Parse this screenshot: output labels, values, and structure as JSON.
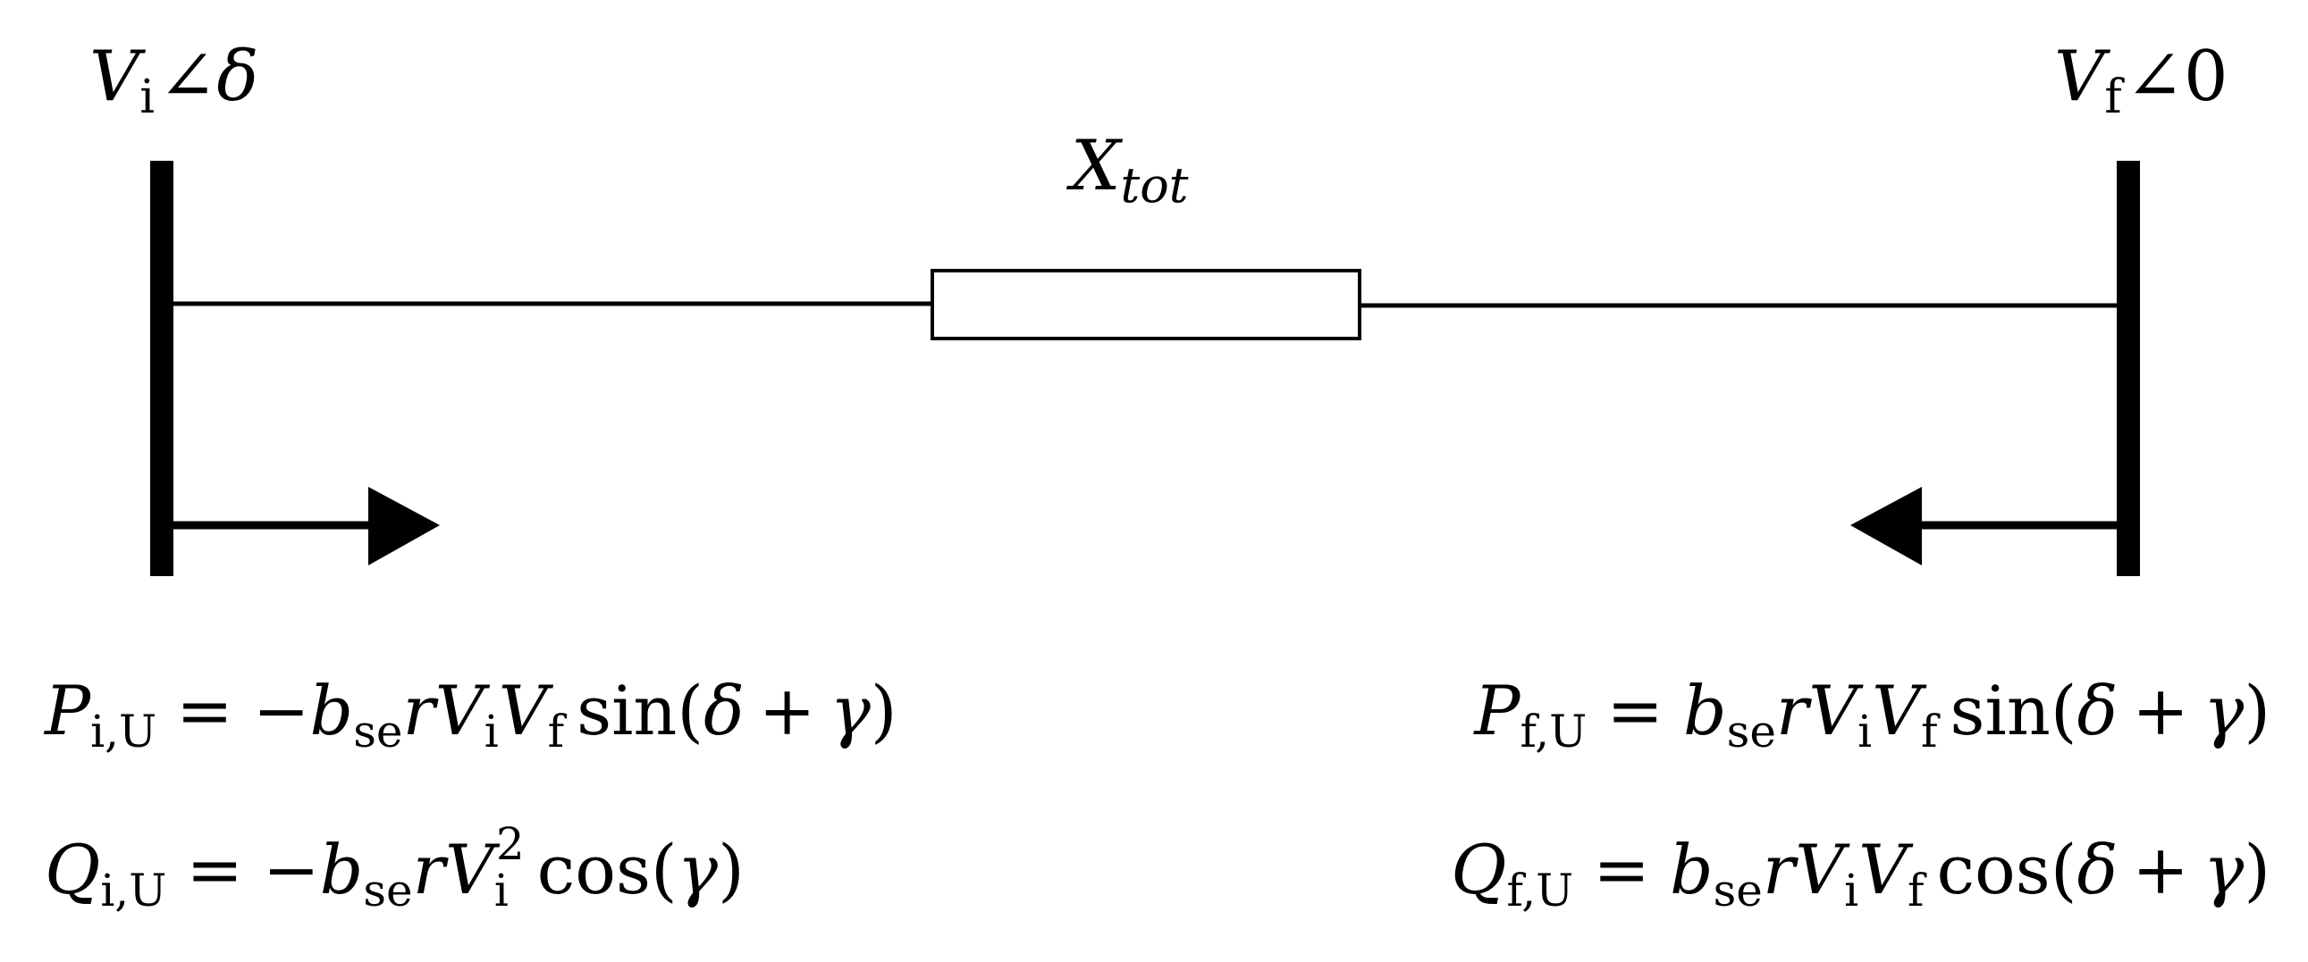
{
  "diagram": {
    "left_bus_label": {
      "symbol": "V",
      "subscript": "i",
      "angle_sign": "∠",
      "angle": "δ"
    },
    "right_bus_label": {
      "symbol": "V",
      "subscript": "f",
      "angle_sign": "∠",
      "angle": "0"
    },
    "line_label": {
      "symbol": "X",
      "subscript": "tot"
    },
    "equations": {
      "p_i": {
        "lhs_symbol": "P",
        "lhs_subscript": "i,U",
        "eq": "=",
        "sign": "−",
        "b": "b",
        "b_sub": "se",
        "r": "r",
        "v1": "V",
        "v1_sub": "i",
        "v2": "V",
        "v2_sub": "f",
        "func": "sin",
        "arg_open": "(",
        "arg_delta": "δ",
        "arg_plus": "+",
        "arg_gamma": "γ",
        "arg_close": ")"
      },
      "q_i": {
        "lhs_symbol": "Q",
        "lhs_subscript": "i,U",
        "eq": "=",
        "sign": "−",
        "b": "b",
        "b_sub": "se",
        "r": "r",
        "v1": "V",
        "v1_sub": "i",
        "v1_sup": "2",
        "func": "cos",
        "arg_open": "(",
        "arg_gamma": "γ",
        "arg_close": ")"
      },
      "p_f": {
        "lhs_symbol": "P",
        "lhs_subscript": "f,U",
        "eq": "=",
        "b": "b",
        "b_sub": "se",
        "r": "r",
        "v1": "V",
        "v1_sub": "i",
        "v2": "V",
        "v2_sub": "f",
        "func": "sin",
        "arg_open": "(",
        "arg_delta": "δ",
        "arg_plus": "+",
        "arg_gamma": "γ",
        "arg_close": ")"
      },
      "q_f": {
        "lhs_symbol": "Q",
        "lhs_subscript": "f,U",
        "eq": "=",
        "b": "b",
        "b_sub": "se",
        "r": "r",
        "v1": "V",
        "v1_sub": "i",
        "v2": "V",
        "v2_sub": "f",
        "func": "cos",
        "arg_open": "(",
        "arg_delta": "δ",
        "arg_plus": "+",
        "arg_gamma": "γ",
        "arg_close": ")"
      }
    },
    "colors": {
      "ink": "#000000",
      "background": "#ffffff"
    }
  }
}
